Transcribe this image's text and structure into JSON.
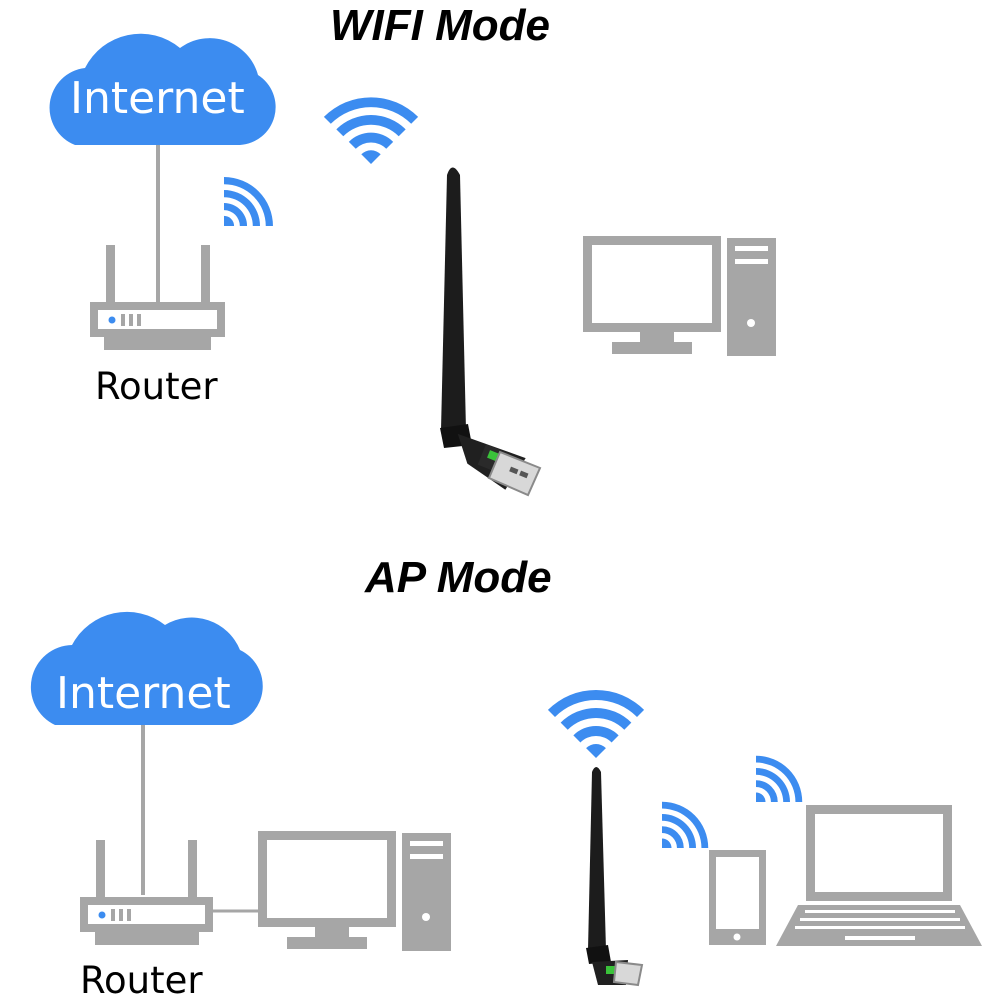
{
  "wifi_mode": {
    "title": "WIFI Mode",
    "cloud_label": "Internet",
    "router_label": "Router"
  },
  "ap_mode": {
    "title": "AP Mode",
    "cloud_label": "Internet",
    "router_label": "Router"
  },
  "colors": {
    "cloud_blue": "#3c8cf0",
    "wifi_blue": "#3c8cf0",
    "device_gray": "#a6a6a6",
    "adapter_black": "#1a1a1a"
  },
  "icons": [
    "cloud-icon",
    "wifi-signal-icon",
    "router-icon",
    "usb-wifi-adapter-icon",
    "desktop-computer-icon",
    "tablet-icon",
    "laptop-icon"
  ]
}
